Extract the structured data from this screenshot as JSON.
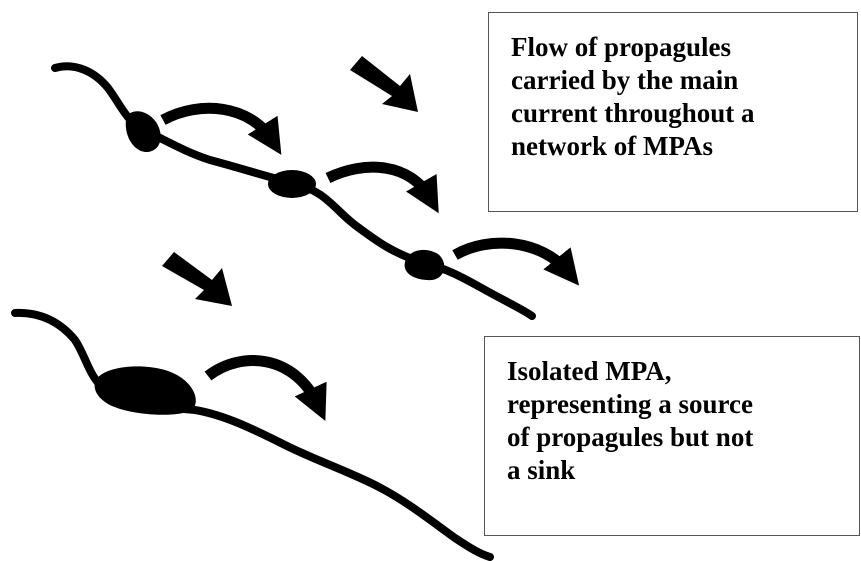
{
  "network_box": {
    "lines": [
      "Flow of propagules",
      "carried by the main",
      "current throughout a",
      "network of MPAs"
    ]
  },
  "isolated_box": {
    "lines": [
      "Isolated MPA,",
      "representing a source",
      "of propagules but not",
      "a sink"
    ]
  },
  "colors": {
    "ink": "#000000",
    "background": "#ffffff",
    "box_border": "#555555"
  }
}
